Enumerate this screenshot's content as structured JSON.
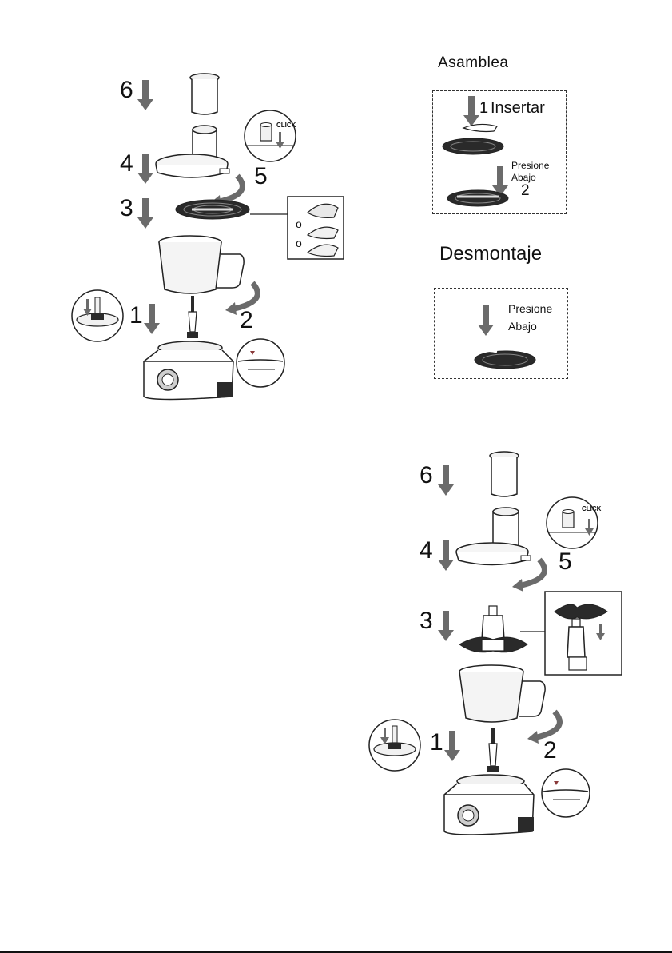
{
  "step_numbers": {
    "s1": "1",
    "s2": "2",
    "s3": "3",
    "s4": "4",
    "s5": "5",
    "s6": "6"
  },
  "click_label": "CLICK",
  "blade_option_marks": [
    "o",
    "o"
  ],
  "assembly": {
    "title": "Asamblea",
    "step1_number": "1",
    "step1_label": "Insertar",
    "step2_label_line1": "Presione",
    "step2_label_line2": "Abajo",
    "step2_number": "2"
  },
  "disassembly": {
    "title": "Desmontaje",
    "label_line1": "Presione",
    "label_line2": "Abajo"
  },
  "colors": {
    "arrow": "#6b6b6b",
    "line": "#222222",
    "fill_light": "#f1f1f1",
    "fill_dark": "#2a2a2a"
  }
}
